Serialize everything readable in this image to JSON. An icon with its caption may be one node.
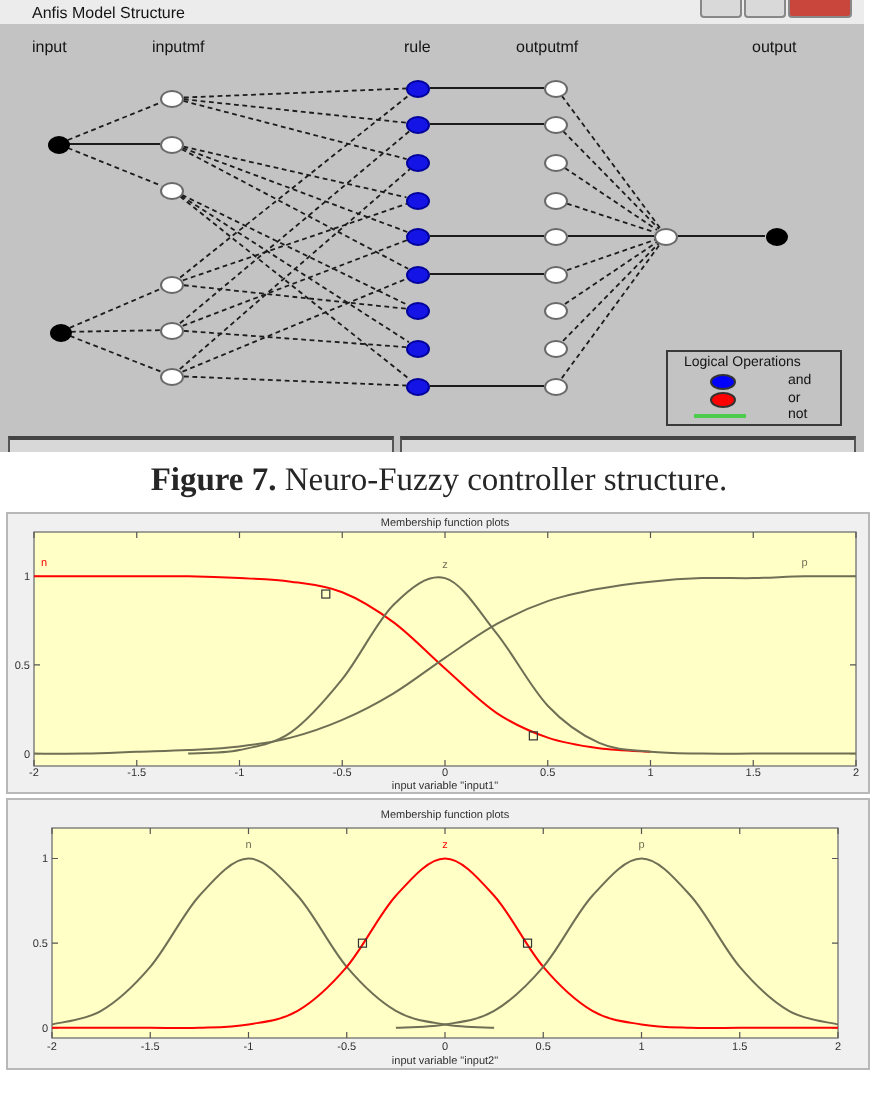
{
  "diagram": {
    "caption": "**Figure 7.** Neuro-Fuzzy controller structure.",
    "nodes": [
      {
        "text": [],
        "shape": "circle"
      },
      {
        "text": [],
        "shape": "circle"
      },
      {
        "text": [],
        "shape": "circle"
      },
      {
        "text": [],
        "shape": "circle"
      },
      {
        "text": [],
        "shape": "circle"
      },
      {
        "text": [],
        "shape": "circle"
      },
      {
        "text": [],
        "shape": "circle"
      },
      {
        "text": [],
        "shape": "circle"
      },
      {
        "text": [],
        "shape": "circle"
      },
      {
        "text": [],
        "shape": "circle"
      },
      {
        "text": [],
        "shape": "circle"
      },
      {
        "text": [],
        "shape": "circle"
      },
      {
        "text": [],
        "shape": "circle"
      },
      {
        "text": [],
        "shape": "circle"
      },
      {
        "text": [],
        "shape": "circle"
      },
      {
        "text": [],
        "shape": "circle"
      },
      {
        "text": [],
        "shape": "circle"
      },
      {
        "text": [],
        "shape": "circle"
      },
      {
        "text": [],
        "shape": "circle"
      },
      {
        "text": [],
        "shape": "circle"
      },
      {
        "text": [],
        "shape": "circle"
      },
      {
        "text": [],
        "shape": "circle"
      },
      {
        "text": [],
        "shape": "circle"
      },
      {
        "text": [],
        "shape": "circle"
      },
      {
        "text": [],
        "shape": "circle"
      },
      {
        "text": [],
        "shape": "circle"
      },
      {
        "text": [],
        "shape": "circle"
      },
      {
        "text": [],
        "shape": "circle"
      }
    ],
    "edges": [
      {
        "from": 0,
        "to": 2,
        "arrow": "none",
        "style": "dashed"
      },
      {
        "from": 0,
        "to": 3,
        "arrow": "none"
      },
      {
        "from": 0,
        "to": 4,
        "arrow": "none",
        "style": "dashed"
      },
      {
        "from": 1,
        "to": 5,
        "arrow": "none",
        "style": "dashed"
      },
      {
        "from": 1,
        "to": 6,
        "arrow": "none",
        "style": "dashed"
      },
      {
        "from": 1,
        "to": 7,
        "arrow": "none",
        "style": "dashed"
      },
      {
        "from": 2,
        "to": 8,
        "arrow": "none",
        "style": "dashed"
      },
      {
        "from": 2,
        "to": 9,
        "arrow": "none",
        "style": "dashed"
      },
      {
        "from": 2,
        "to": 10,
        "arrow": "none",
        "style": "dashed"
      },
      {
        "from": 3,
        "to": 11,
        "arrow": "none",
        "style": "dashed"
      },
      {
        "from": 3,
        "to": 12,
        "arrow": "none",
        "style": "dashed"
      },
      {
        "from": 3,
        "to": 13,
        "arrow": "none",
        "style": "dashed"
      },
      {
        "from": 4,
        "to": 14,
        "arrow": "none",
        "style": "dashed"
      },
      {
        "from": 4,
        "to": 15,
        "arrow": "none",
        "style": "dashed"
      },
      {
        "from": 4,
        "to": 16,
        "arrow": "none",
        "style": "dashed"
      },
      {
        "from": 5,
        "to": 8,
        "arrow": "none",
        "style": "dashed"
      },
      {
        "from": 5,
        "to": 11,
        "arrow": "none",
        "style": "dashed"
      },
      {
        "from": 5,
        "to": 14,
        "arrow": "none",
        "style": "dashed"
      },
      {
        "from": 6,
        "to": 9,
        "arrow": "none",
        "style": "dashed"
      },
      {
        "from": 6,
        "to": 12,
        "arrow": "none",
        "style": "dashed"
      },
      {
        "from": 6,
        "to": 15,
        "arrow": "none",
        "style": "dashed"
      },
      {
        "from": 7,
        "to": 10,
        "arrow": "none",
        "style": "dashed"
      },
      {
        "from": 7,
        "to": 13,
        "arrow": "none",
        "style": "dashed"
      },
      {
        "from": 7,
        "to": 16,
        "arrow": "none",
        "style": "dashed"
      },
      {
        "from": 8,
        "to": 17,
        "arrow": "none"
      },
      {
        "from": 9,
        "to": 18,
        "arrow": "none"
      },
      {
        "from": 12,
        "to": 21,
        "arrow": "none"
      },
      {
        "from": 13,
        "to": 22,
        "arrow": "none"
      },
      {
        "from": 16,
        "to": 25,
        "arrow": "none"
      },
      {
        "from": 17,
        "to": 26,
        "arrow": "none",
        "style": "dashed"
      },
      {
        "from": 18,
        "to": 26,
        "arrow": "none",
        "style": "dashed"
      },
      {
        "from": 19,
        "to": 26,
        "arrow": "none",
        "style": "dashed"
      },
      {
        "from": 20,
        "to": 26,
        "arrow": "none",
        "style": "dashed"
      },
      {
        "from": 21,
        "to": 26,
        "arrow": "none"
      },
      {
        "from": 22,
        "to": 26,
        "arrow": "none",
        "style": "dashed"
      },
      {
        "from": 23,
        "to": 26,
        "arrow": "none",
        "style": "dashed"
      },
      {
        "from": 24,
        "to": 26,
        "arrow": "none",
        "style": "dashed"
      },
      {
        "from": 25,
        "to": 26,
        "arrow": "none",
        "style": "dashed"
      },
      {
        "from": 26,
        "to": 27,
        "arrow": "none"
      }
    ],
    "labels": [
      "Anfis Model Structure",
      "input",
      "inputmf",
      "rule",
      "outputmf",
      "output",
      "Logical Operations"
    ],
    "legend": [
      {
        "text": "and",
        "color": "#0000ff"
      },
      {
        "text": "or",
        "color": "#ff0000"
      },
      {
        "text": "not"
      }
    ],
    "chart_data": [
      {
        "type": "line",
        "title": "Membership function plots",
        "xlabel": "input variable \"input1\"",
        "x": [
          -2,
          -1.75,
          -1.5,
          -1.25,
          -1,
          -0.75,
          -0.5,
          -0.25,
          0,
          0.25,
          0.5,
          0.75,
          1,
          1.25,
          1.5,
          1.75,
          2
        ],
        "series": [
          {
            "name": "n",
            "color": "#ff0000",
            "values": [
              1,
              1,
              1,
              1,
              0.99,
              0.97,
              0.91,
              0.74,
              0.48,
              0.23,
              0.09,
              0.03,
              0.01,
              null,
              null,
              null,
              null
            ]
          },
          {
            "name": "z",
            "color": "#6f6f55",
            "values": [
              null,
              null,
              null,
              0,
              0.02,
              0.12,
              0.42,
              0.84,
              0.99,
              0.68,
              0.27,
              0.06,
              0.01,
              0,
              0,
              0,
              0
            ]
          },
          {
            "name": "p",
            "color": "#6f6f55",
            "values": [
              0,
              0,
              0.01,
              0.02,
              0.04,
              0.09,
              0.19,
              0.34,
              0.54,
              0.73,
              0.86,
              0.93,
              0.97,
              0.99,
              0.99,
              1,
              1
            ]
          }
        ],
        "xlim": [
          -2,
          2
        ],
        "ylim": [
          -0.07,
          1.25
        ],
        "xticks": [
          -2,
          -1.5,
          -1,
          -0.5,
          0,
          0.5,
          1,
          1.5,
          2
        ],
        "yticks": [
          0,
          0.5,
          1
        ]
      },
      {
        "type": "line",
        "title": "Membership function plots",
        "xlabel": "input variable \"input2\"",
        "x": [
          -2,
          -1.75,
          -1.5,
          -1.25,
          -1,
          -0.75,
          -0.5,
          -0.25,
          0,
          0.25,
          0.5,
          0.75,
          1,
          1.25,
          1.5,
          1.75,
          2
        ],
        "series": [
          {
            "name": "n",
            "color": "#6f6f55",
            "values": [
              0.02,
              0.1,
              0.36,
              0.78,
              1,
              0.78,
              0.36,
              0.1,
              0.02,
              0,
              null,
              null,
              null,
              null,
              null,
              null,
              null
            ]
          },
          {
            "name": "z",
            "color": "#ff0000",
            "values": [
              0,
              0,
              0,
              0,
              0.02,
              0.1,
              0.36,
              0.78,
              1,
              0.78,
              0.36,
              0.1,
              0.02,
              0,
              0,
              0,
              0
            ]
          },
          {
            "name": "p",
            "color": "#6f6f55",
            "values": [
              null,
              null,
              null,
              null,
              null,
              null,
              null,
              0,
              0.02,
              0.1,
              0.36,
              0.78,
              1,
              0.78,
              0.36,
              0.1,
              0.02
            ]
          }
        ],
        "xlim": [
          -2,
          2
        ],
        "ylim": [
          -0.06,
          1.18
        ],
        "xticks": [
          -2,
          -1.5,
          -1,
          -0.5,
          0,
          0.5,
          1,
          1.5,
          2
        ],
        "yticks": [
          0,
          0.5,
          1
        ]
      }
    ]
  }
}
